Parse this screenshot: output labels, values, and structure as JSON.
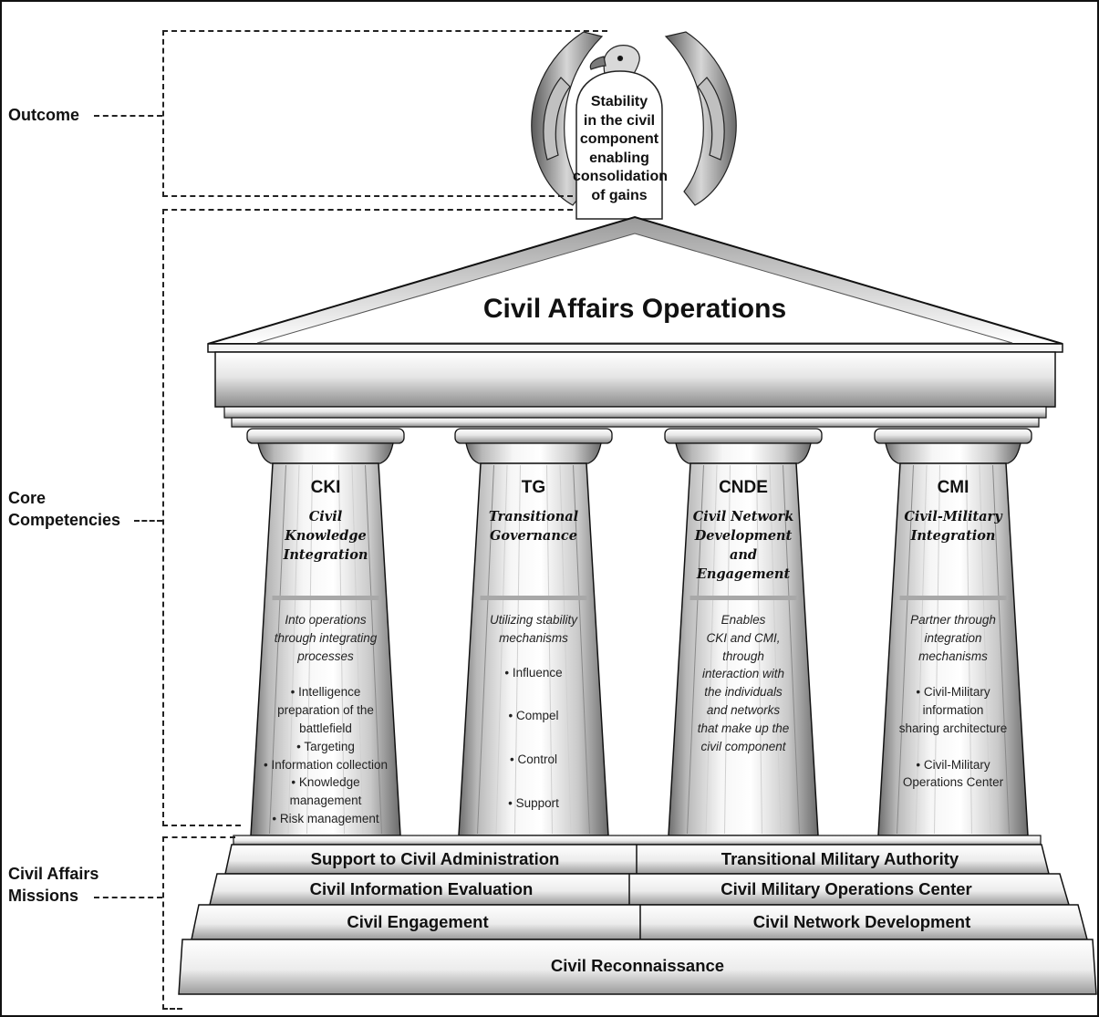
{
  "side_labels": {
    "outcome": "Outcome",
    "core_line1": "Core",
    "core_line2": "Competencies",
    "missions_line1": "Civil Affairs",
    "missions_line2": "Missions"
  },
  "outcome": {
    "lines": [
      "Stability",
      "in the civil",
      "component",
      "enabling",
      "consolidation",
      "of gains"
    ]
  },
  "pediment_title": "Civil Affairs Operations",
  "columns": [
    {
      "abbr": "CKI",
      "name_lines": [
        "Civil",
        "Knowledge",
        "Integration"
      ],
      "desc_lines": [
        "Into operations",
        "through integrating",
        "processes"
      ],
      "bullets": [
        "• Intelligence",
        "preparation of the",
        "battlefield",
        "• Targeting",
        "• Information collection",
        "• Knowledge",
        "management",
        "• Risk management"
      ]
    },
    {
      "abbr": "TG",
      "name_lines": [
        "Transitional",
        "Governance"
      ],
      "desc_lines": [
        "Utilizing stability",
        "mechanisms"
      ],
      "bullets": [
        "• Influence",
        "• Compel",
        "• Control",
        "• Support"
      ]
    },
    {
      "abbr": "CNDE",
      "name_lines": [
        "Civil Network",
        "Development",
        "and",
        "Engagement"
      ],
      "desc_lines": [
        "Enables",
        "CKI and CMI,",
        "through",
        "interaction with",
        "the individuals",
        "and networks",
        "that make up the",
        "civil component"
      ],
      "bullets": []
    },
    {
      "abbr": "CMI",
      "name_lines": [
        "Civil-Military",
        "Integration"
      ],
      "desc_lines": [
        "Partner through",
        "integration",
        "mechanisms"
      ],
      "bullets": [
        "• Civil-Military",
        "information",
        "sharing architecture",
        "",
        "• Civil-Military",
        "Operations Center"
      ]
    }
  ],
  "missions": {
    "row1": [
      "Support to Civil Administration",
      "Transitional Military Authority"
    ],
    "row2": [
      "Civil Information Evaluation",
      "Civil Military Operations Center"
    ],
    "row3": [
      "Civil Engagement",
      "Civil Network Development"
    ],
    "base": "Civil Reconnaissance"
  }
}
